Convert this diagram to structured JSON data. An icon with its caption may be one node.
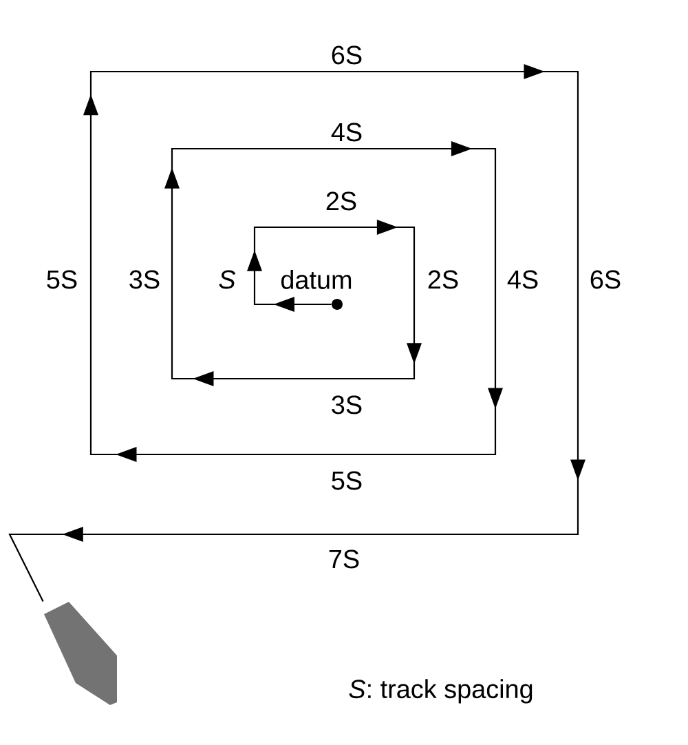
{
  "diagram": {
    "nodes": [
      {
        "text": [],
        "shape": "circle",
        "beside": [
          "datum"
        ]
      },
      {
        "text": [],
        "shape": "boat"
      }
    ],
    "edges": [
      {
        "from": 0,
        "to": 1,
        "arrow": "to"
      }
    ],
    "labels": [
      "6S",
      "4S",
      "2S",
      "5S",
      "3S",
      "S",
      "2S",
      "4S",
      "6S",
      "3S",
      "5S",
      "7S",
      "*S*: track spacing"
    ]
  }
}
